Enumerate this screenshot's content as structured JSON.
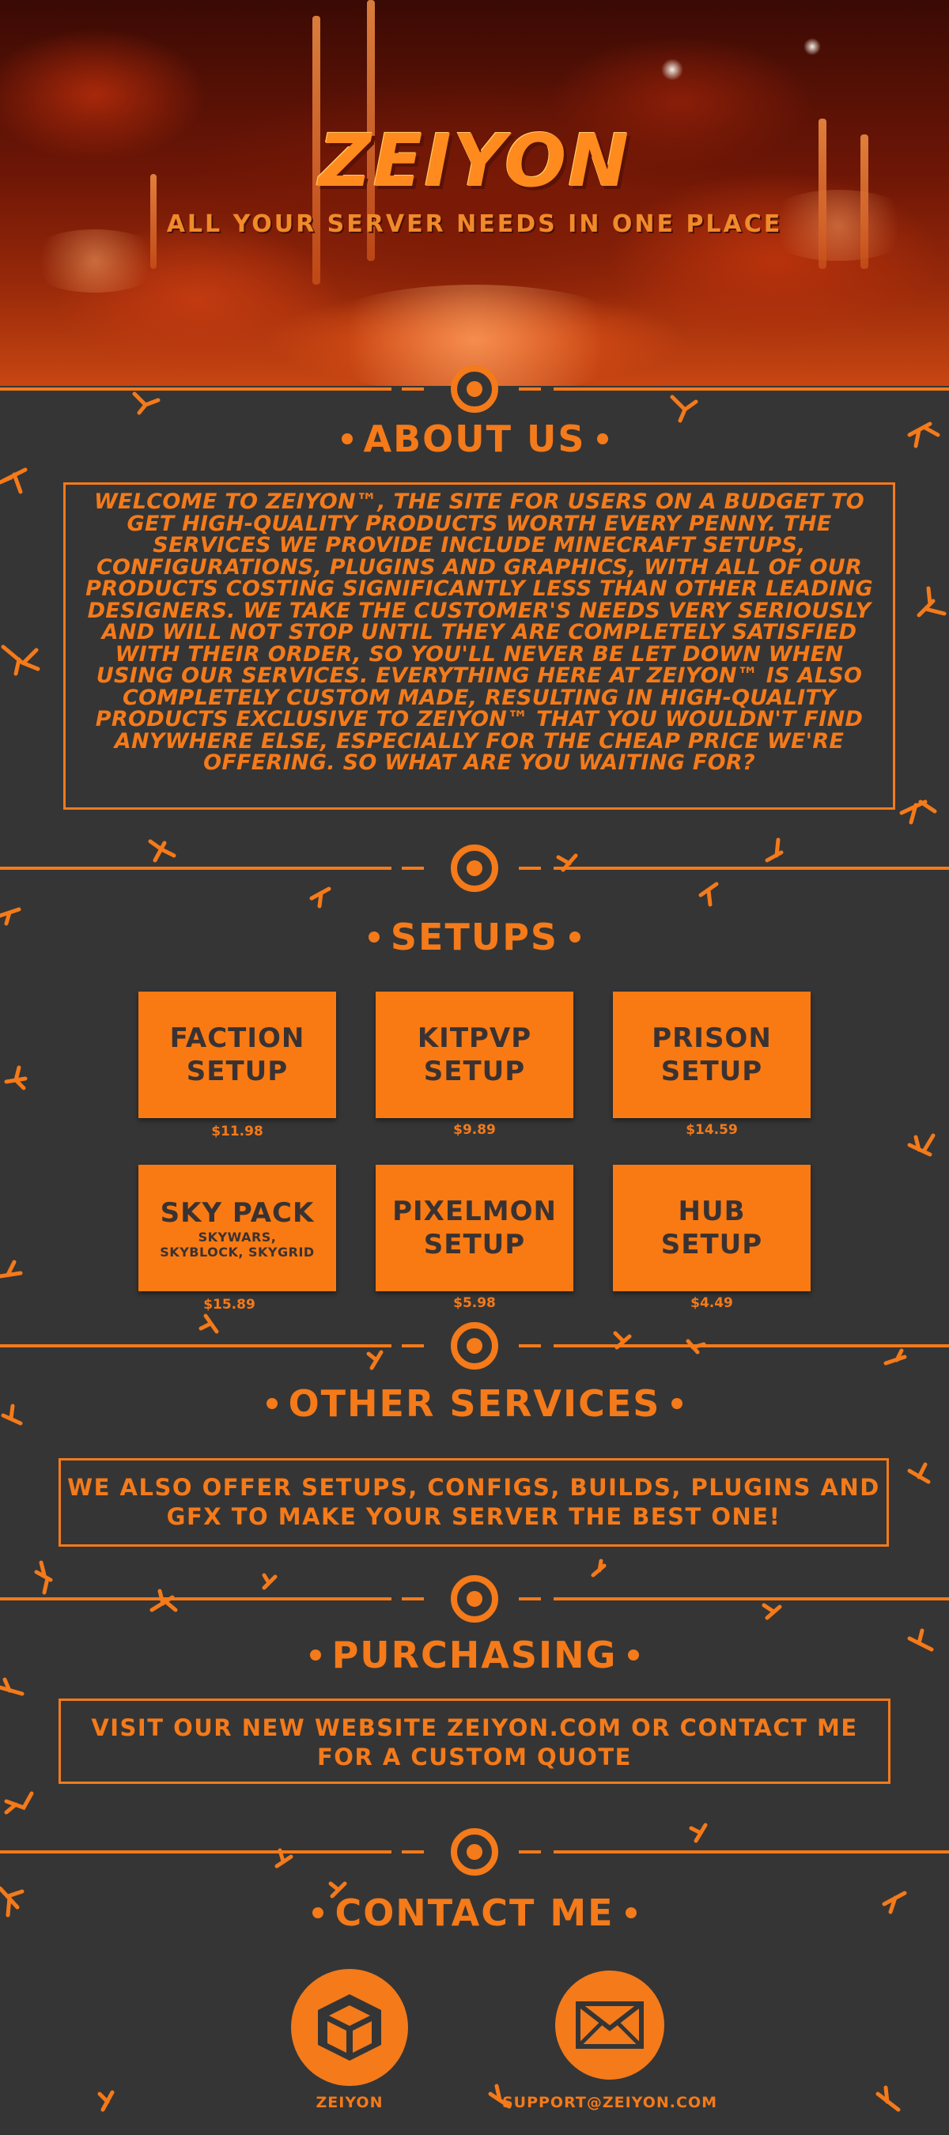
{
  "hero": {
    "brand": "ZEIYON",
    "tagline": "ALL YOUR SERVER NEEDS IN ONE PLACE"
  },
  "about": {
    "heading": "ABOUT US",
    "text": "WELCOME TO ZEIYON™, THE SITE FOR USERS ON A BUDGET TO GET HIGH-QUALITY PRODUCTS WORTH EVERY PENNY. THE SERVICES WE PROVIDE INCLUDE MINECRAFT SETUPS, CONFIGURATIONS, PLUGINS AND GRAPHICS, WITH ALL OF OUR PRODUCTS COSTING SIGNIFICANTLY LESS THAN OTHER LEADING DESIGNERS. WE TAKE THE CUSTOMER'S NEEDS VERY SERIOUSLY AND WILL NOT STOP UNTIL THEY ARE COMPLETELY SATISFIED WITH THEIR ORDER, SO YOU'LL NEVER BE LET DOWN WHEN USING OUR SERVICES. EVERYTHING HERE AT ZEIYON™ IS ALSO COMPLETELY CUSTOM MADE, RESULTING IN HIGH-QUALITY PRODUCTS EXCLUSIVE TO ZEIYON™ THAT YOU WOULDN'T FIND ANYWHERE ELSE, ESPECIALLY FOR THE CHEAP PRICE WE'RE OFFERING. SO WHAT ARE YOU WAITING FOR?"
  },
  "setups": {
    "heading": "SETUPS",
    "items": [
      {
        "line1": "FACTION",
        "line2": "SETUP",
        "sub": "",
        "price": "$11.98"
      },
      {
        "line1": "KITPVP",
        "line2": "SETUP",
        "sub": "",
        "price": "$9.89"
      },
      {
        "line1": "PRISON",
        "line2": "SETUP",
        "sub": "",
        "price": "$14.59"
      },
      {
        "line1": "SKY PACK",
        "line2": "",
        "sub": "SKYWARS, SKYBLOCK, SKYGRID",
        "price": "$15.89"
      },
      {
        "line1": "PIXELMON",
        "line2": "SETUP",
        "sub": "",
        "price": "$5.98"
      },
      {
        "line1": "HUB",
        "line2": "SETUP",
        "sub": "",
        "price": "$4.49"
      }
    ]
  },
  "other": {
    "heading": "OTHER SERVICES",
    "text": "WE ALSO OFFER SETUPS, CONFIGS, BUILDS, PLUGINS AND GFX TO MAKE YOUR SERVER THE BEST ONE!"
  },
  "purchasing": {
    "heading": "PURCHASING",
    "text": "VISIT OUR NEW WEBSITE ZEIYON.COM OR CONTACT ME FOR A CUSTOM QUOTE"
  },
  "contact": {
    "heading": "CONTACT ME",
    "items": [
      {
        "label": "ZEIYON",
        "icon": "cube-icon"
      },
      {
        "label": "SUPPORT@ZEIYON.COM",
        "icon": "envelope-icon"
      }
    ]
  },
  "colors": {
    "accent": "#f47a1a",
    "background": "#353535",
    "tile": "#f97a12",
    "tile_text": "#3a3232"
  }
}
